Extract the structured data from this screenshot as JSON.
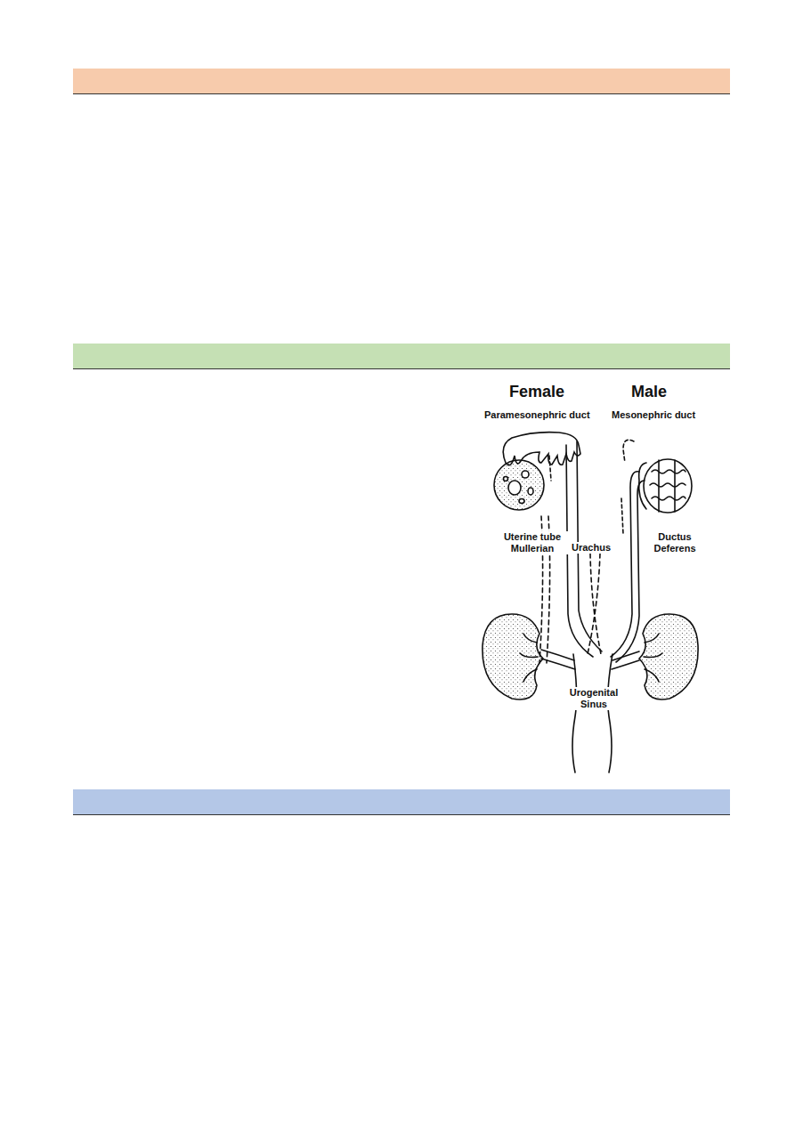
{
  "diagram": {
    "labels": [
      "Female",
      "Male",
      "Paramesonephric duct",
      "Mesonephric duct",
      "Uterine tube Mullerian",
      "Urachus",
      "Ductus Deferens",
      "Urogenital Sinus"
    ]
  }
}
